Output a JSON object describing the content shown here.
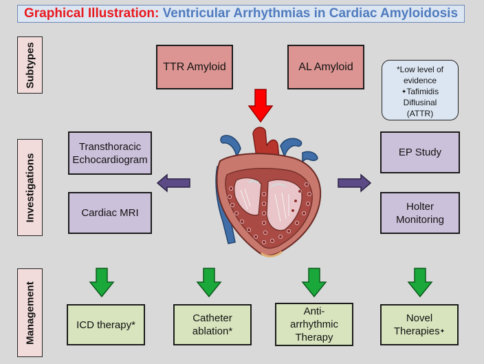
{
  "title": {
    "prefix": "Graphical Illustration:",
    "main": "Ventricular Arrhythmias in Cardiac Amyloidosis"
  },
  "sections": {
    "subtypes": "Subtypes",
    "investigations": "Investigations",
    "management": "Management"
  },
  "subtypes": {
    "ttr": "TTR Amyloid",
    "al": "AL Amyloid"
  },
  "note": {
    "line1": "*Low level of",
    "line2": "evidence",
    "star": "✦",
    "line3": "Tafimidis",
    "line4": "Diflusinal",
    "line5": "(ATTR)"
  },
  "investigations": {
    "echo_line1": "Transthoracic",
    "echo_line2": "Echocardiogram",
    "mri": "Cardiac MRI",
    "ep": "EP Study",
    "holter_line1": "Holter",
    "holter_line2": "Monitoring"
  },
  "management": {
    "icd": "ICD therapy*",
    "ablation_line1": "Catheter",
    "ablation_line2": "ablation*",
    "anti_line1": "Anti-",
    "anti_line2": "arrhythmic",
    "anti_line3": "Therapy",
    "novel_line1": "Novel",
    "novel_line2": "Therapies",
    "novel_star": "✦"
  },
  "colors": {
    "background": "#d9d9d9",
    "title_red": "#e8191e",
    "title_blue": "#4f7bbe",
    "subtype_box": "#dc9592",
    "investigation_box": "#ccc1da",
    "management_box": "#d7e4bd",
    "side_label": "#f2dcdb",
    "note_box": "#dce6f2",
    "down_arrow_red": "#ff0000",
    "side_arrow_purple": "#5b4a86",
    "mgmt_arrow_green": "#1aa83a"
  },
  "icons": {
    "heart": "heart-anatomy-illustration"
  }
}
